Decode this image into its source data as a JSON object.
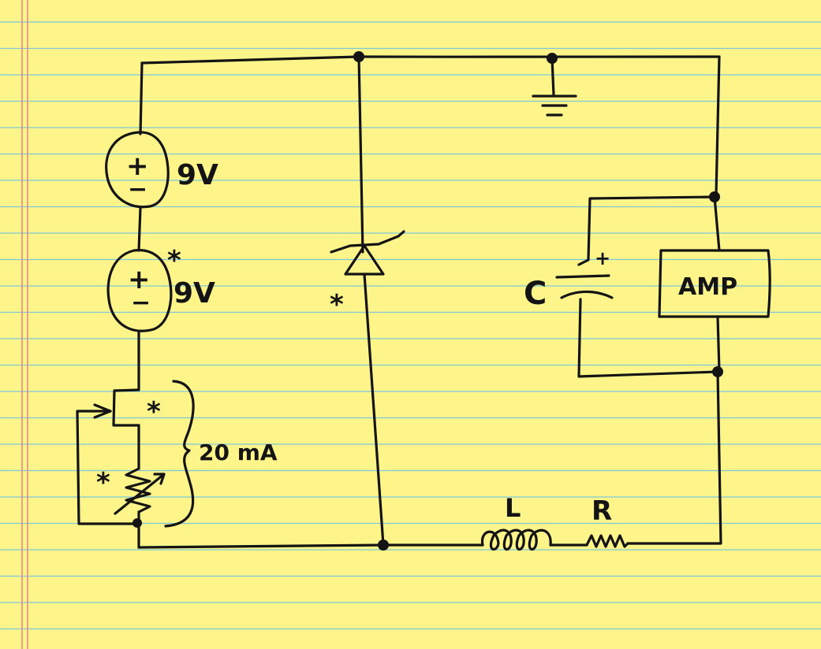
{
  "paper": {
    "background": "#fdf58a",
    "rule_color": "#7fc6d6",
    "margin_color": "#e98585",
    "ink_color": "#141414"
  },
  "diagram": {
    "battery_top": {
      "plus": "+",
      "minus": "−",
      "label": "9V"
    },
    "battery_bottom": {
      "plus": "+",
      "minus": "−",
      "label": "9V"
    },
    "current_label": "20 mA",
    "capacitor": {
      "label": "C",
      "polarity": "+"
    },
    "amp_label": "AMP",
    "inductor_label": "L",
    "resistor_label": "R",
    "asterisk": "*"
  }
}
